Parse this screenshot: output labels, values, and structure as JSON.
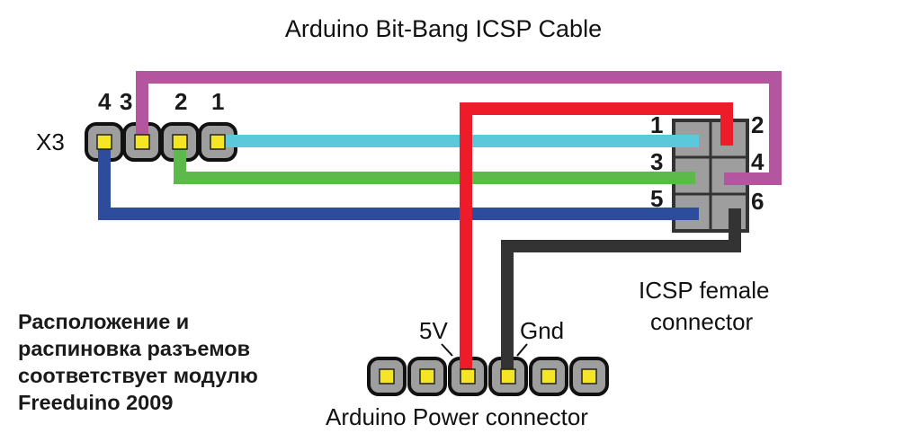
{
  "title": "Arduino Bit-Bang ICSP Cable",
  "x3": {
    "label": "X3",
    "pin_labels": [
      "4",
      "3",
      "2",
      "1"
    ]
  },
  "icsp": {
    "pin_labels_left": [
      "1",
      "3",
      "5"
    ],
    "pin_labels_right": [
      "2",
      "4",
      "6"
    ],
    "caption_line1": "ICSP female",
    "caption_line2": "connector"
  },
  "power": {
    "label_5v": "5V",
    "label_gnd": "Gnd",
    "caption": "Arduino Power connector"
  },
  "note": {
    "lines": [
      "Расположение и",
      "распиновка разъемов",
      "соответствует модулю",
      "Freeduino 2009"
    ]
  },
  "wires": [
    {
      "name": "x3-pin1-to-icsp-pin1",
      "color": "#5bc8dc"
    },
    {
      "name": "x3-pin2-to-icsp-pin3",
      "color": "#5cba4a"
    },
    {
      "name": "x3-pin4-to-icsp-pin5",
      "color": "#2e4c9c"
    },
    {
      "name": "x3-pin3-to-icsp-pin4",
      "color": "#b455a0"
    },
    {
      "name": "power-5v-to-icsp-pin2",
      "color": "#ee1c2a"
    },
    {
      "name": "power-gnd-to-icsp-pin6",
      "color": "#333333"
    }
  ],
  "colors": {
    "pin_body": "#9e9e9e",
    "pin_contact": "#f4e627",
    "outline": "#111111"
  }
}
